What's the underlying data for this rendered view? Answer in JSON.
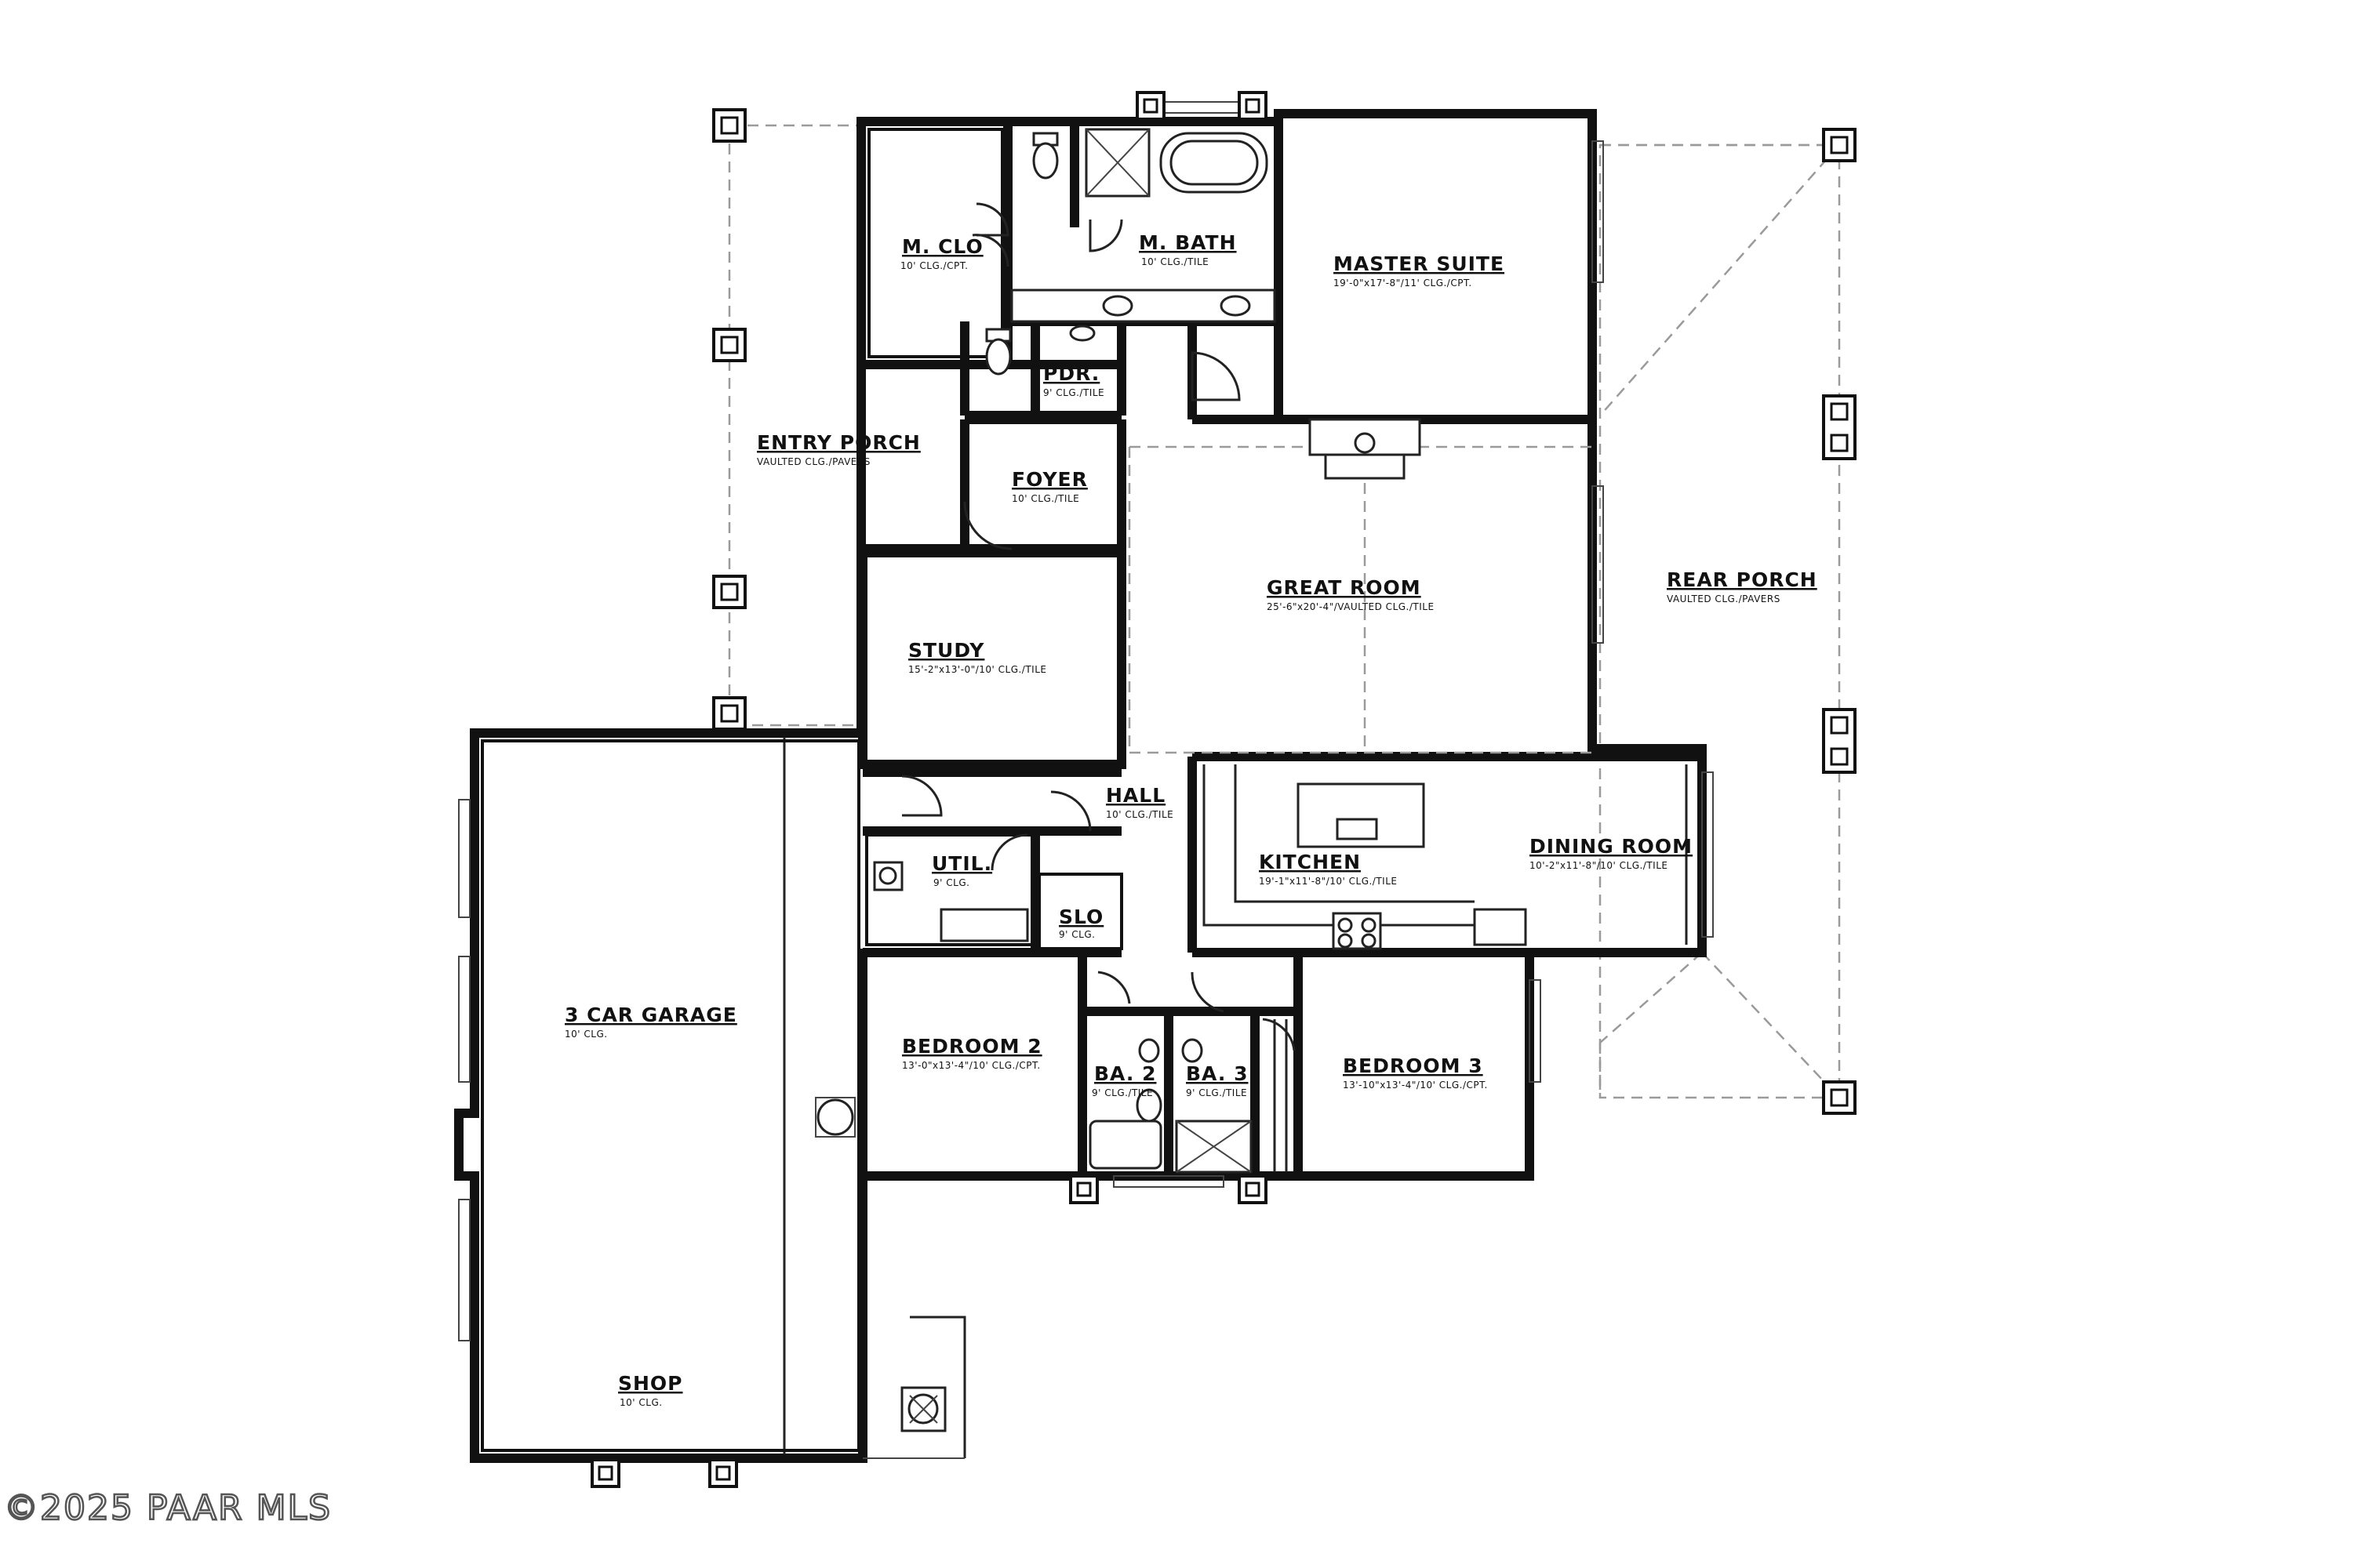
{
  "rooms": {
    "m_clo": {
      "name": "M. CLO",
      "spec": "10' CLG./CPT."
    },
    "m_bath": {
      "name": "M. BATH",
      "spec": "10' CLG./TILE"
    },
    "master_suite": {
      "name": "MASTER SUITE",
      "spec": "19'-0\"x17'-8\"/11' CLG./CPT."
    },
    "pdr": {
      "name": "PDR.",
      "spec": "9' CLG./TILE"
    },
    "entry_porch": {
      "name": "ENTRY PORCH",
      "spec": "VAULTED CLG./PAVERS"
    },
    "foyer": {
      "name": "FOYER",
      "spec": "10' CLG./TILE"
    },
    "great_room": {
      "name": "GREAT ROOM",
      "spec": "25'-6\"x20'-4\"/VAULTED CLG./TILE"
    },
    "rear_porch": {
      "name": "REAR PORCH",
      "spec": "VAULTED CLG./PAVERS"
    },
    "study": {
      "name": "STUDY",
      "spec": "15'-2\"x13'-0\"/10' CLG./TILE"
    },
    "hall": {
      "name": "HALL",
      "spec": "10' CLG./TILE"
    },
    "util": {
      "name": "UTIL.",
      "spec": "9' CLG."
    },
    "kitchen": {
      "name": "KITCHEN",
      "spec": "19'-1\"x11'-8\"/10' CLG./TILE"
    },
    "dining_room": {
      "name": "DINING ROOM",
      "spec": "10'-2\"x11'-8\"/10' CLG./TILE"
    },
    "slo": {
      "name": "SLO",
      "spec": "9' CLG."
    },
    "garage": {
      "name": "3 CAR GARAGE",
      "spec": "10' CLG."
    },
    "bedroom_2": {
      "name": "BEDROOM 2",
      "spec": "13'-0\"x13'-4\"/10' CLG./CPT."
    },
    "ba_2": {
      "name": "BA. 2",
      "spec": "9' CLG./TILE"
    },
    "ba_3": {
      "name": "BA. 3",
      "spec": "9' CLG./TILE"
    },
    "bedroom_3": {
      "name": "BEDROOM 3",
      "spec": "13'-10\"x13'-4\"/10' CLG./CPT."
    },
    "shop": {
      "name": "SHOP",
      "spec": "10' CLG."
    }
  },
  "watermark": "©2025 PAAR MLS"
}
